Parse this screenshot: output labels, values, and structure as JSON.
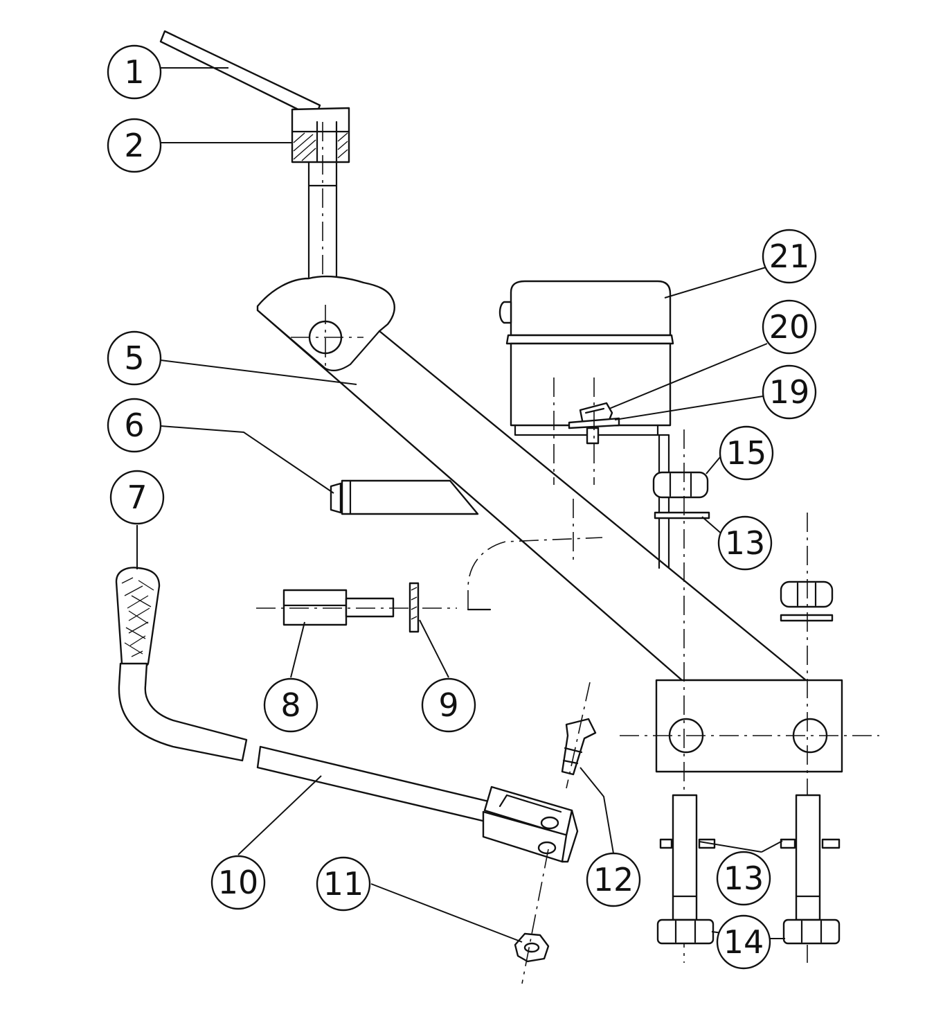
{
  "callouts": [
    {
      "id": "1",
      "label": "1"
    },
    {
      "id": "2",
      "label": "2"
    },
    {
      "id": "5",
      "label": "5"
    },
    {
      "id": "6",
      "label": "6"
    },
    {
      "id": "7",
      "label": "7"
    },
    {
      "id": "8",
      "label": "8"
    },
    {
      "id": "9",
      "label": "9"
    },
    {
      "id": "10",
      "label": "10"
    },
    {
      "id": "11",
      "label": "11"
    },
    {
      "id": "12",
      "label": "12"
    },
    {
      "id": "13a",
      "label": "13"
    },
    {
      "id": "13b",
      "label": "13"
    },
    {
      "id": "14",
      "label": "14"
    },
    {
      "id": "15",
      "label": "15"
    },
    {
      "id": "19",
      "label": "19"
    },
    {
      "id": "20",
      "label": "20"
    },
    {
      "id": "21",
      "label": "21"
    }
  ]
}
